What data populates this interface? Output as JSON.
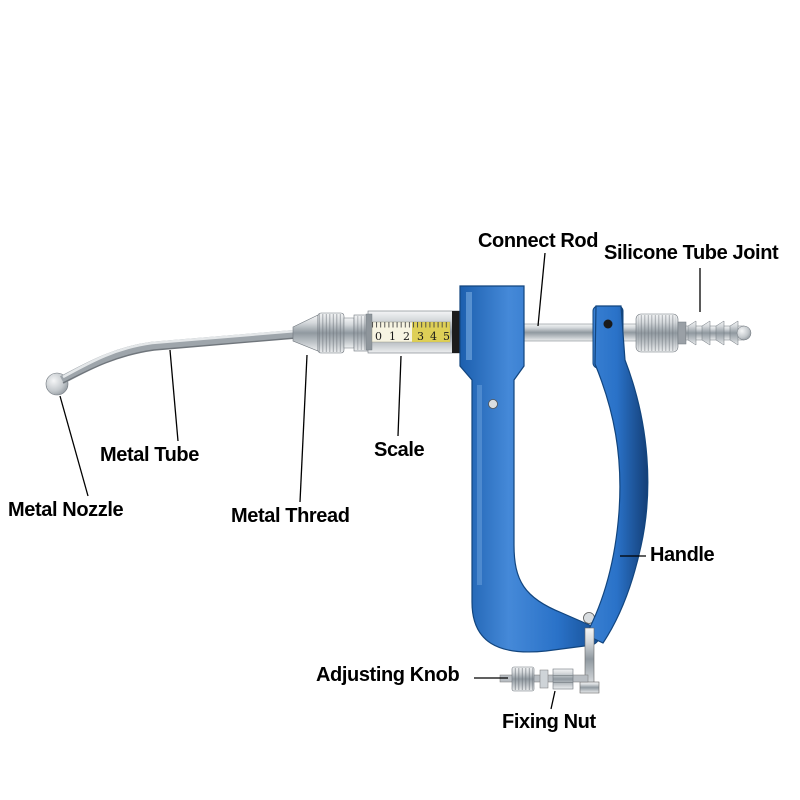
{
  "diagram": {
    "labels": {
      "connect_rod": "Connect Rod",
      "silicone_tube_joint": "Silicone Tube Joint",
      "metal_tube": "Metal Tube",
      "scale": "Scale",
      "metal_nozzle": "Metal Nozzle",
      "metal_thread": "Metal Thread",
      "handle": "Handle",
      "adjusting_knob": "Adjusting Knob",
      "fixing_nut": "Fixing Nut"
    },
    "scale_markings": [
      "0",
      "1",
      "2",
      "3",
      "4",
      "5"
    ],
    "colors": {
      "body_blue": "#2a72c8",
      "body_blue_dark": "#164f94",
      "metal_light": "#d4d8db",
      "metal_dark": "#8f969c",
      "scale_highlight": "#d9c83e",
      "label_text": "#000000",
      "background": "#ffffff"
    }
  }
}
